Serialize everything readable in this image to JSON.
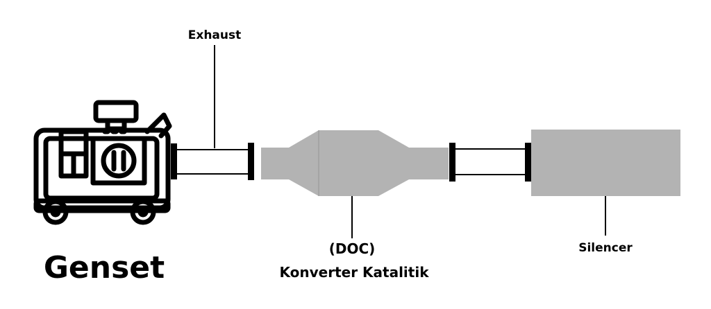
{
  "labels": {
    "exhaust": "Exhaust",
    "doc": "(DOC)",
    "converter": "Konverter Katalitik",
    "silencer": "Silencer",
    "genset": "Genset"
  },
  "colors": {
    "line": "#000000",
    "component_fill": "#b3b3b3",
    "background": "#ffffff"
  },
  "icons": {
    "genset": "generator-icon"
  }
}
